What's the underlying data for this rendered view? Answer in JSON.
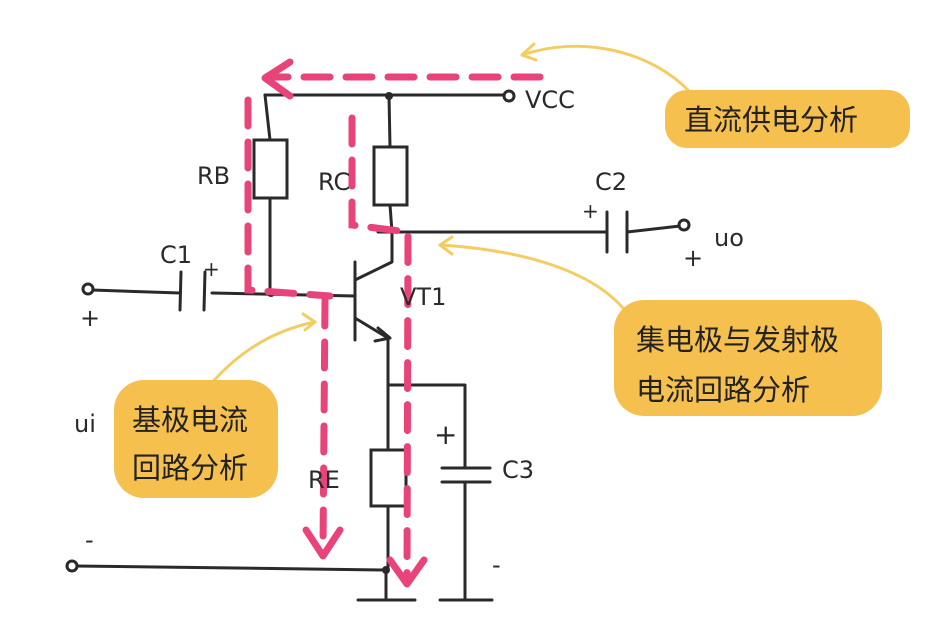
{
  "labels": {
    "vcc": "VCC",
    "rb": "RB",
    "rc": "RC",
    "re": "RE",
    "c1": "C1",
    "c2": "C2",
    "c3": "C3",
    "vt1": "VT1",
    "uo": "uo",
    "ui": "ui",
    "plus": "+",
    "minus": "-"
  },
  "notes": {
    "dc_supply": "直流供电分析",
    "collector_emitter_line1": "集电极与发射极",
    "collector_emitter_line2": "电流回路分析",
    "base_line1": "基极电流",
    "base_line2": "回路分析"
  },
  "colors": {
    "current_path": "#e8447a",
    "note_fill": "#f5c04e",
    "wire": "#2a2a2a"
  }
}
